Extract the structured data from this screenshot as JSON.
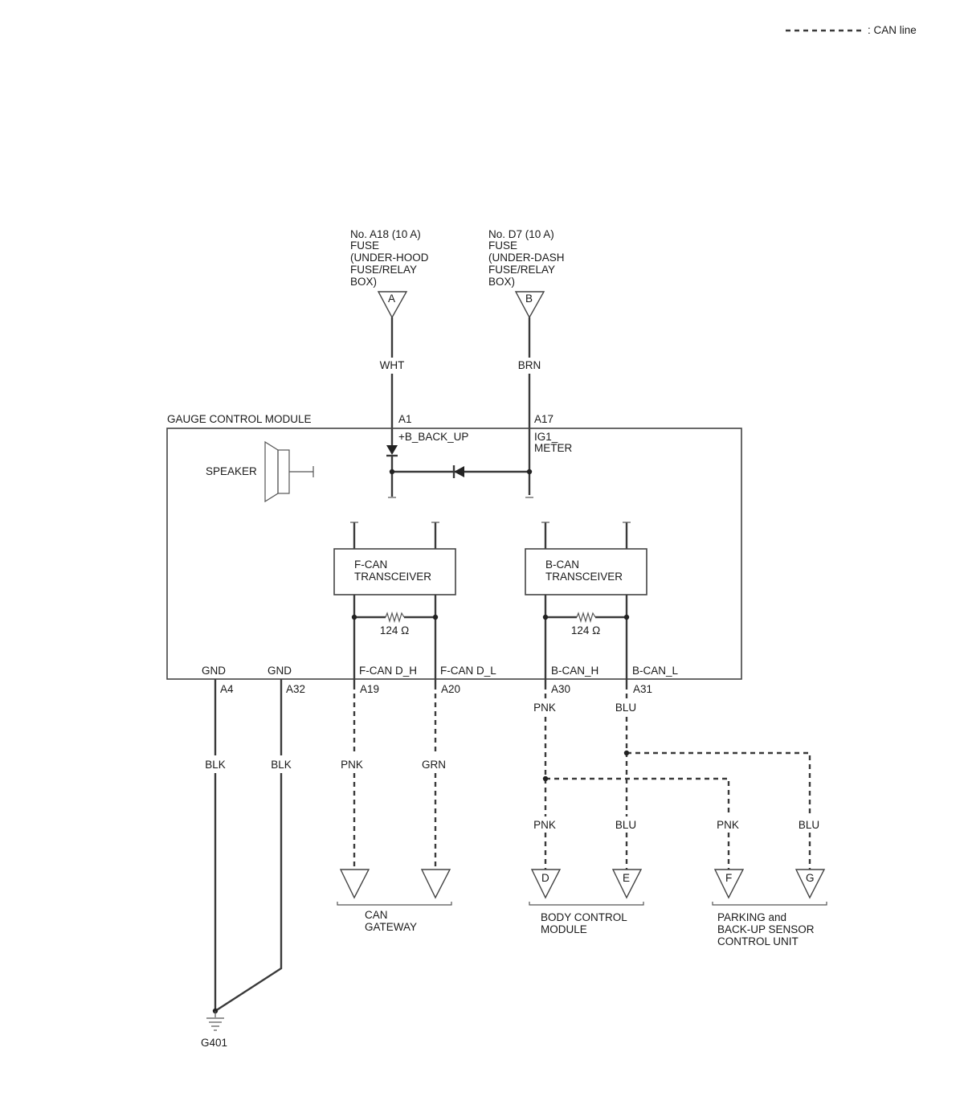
{
  "legend": {
    "can_line": ": CAN line"
  },
  "fuses": {
    "a": {
      "lines": [
        "No. A18 (10 A)",
        "FUSE",
        "(UNDER-HOOD",
        "FUSE/RELAY",
        "BOX)"
      ],
      "connector": "A"
    },
    "b": {
      "lines": [
        "No. D7 (10 A)",
        "FUSE",
        "(UNDER-DASH",
        "FUSE/RELAY",
        "BOX)"
      ],
      "connector": "B"
    }
  },
  "wire_colors": {
    "a": "WHT",
    "b": "BRN",
    "gnd1": "BLK",
    "gnd2": "BLK",
    "fcan_h": "PNK",
    "fcan_l": "GRN",
    "bcan_h_top": "PNK",
    "bcan_l_top": "BLU",
    "d": "PNK",
    "e": "BLU",
    "f": "PNK",
    "g": "BLU"
  },
  "module": {
    "title": "GAUGE CONTROL MODULE",
    "speaker": "SPEAKER",
    "backup_terminal": "A1",
    "backup_label": "+B_BACK_UP",
    "ig_terminal": "A17",
    "ig_label": [
      "IG1_",
      "METER"
    ],
    "fcan": {
      "lines": [
        "F-CAN",
        "TRANSCEIVER"
      ],
      "resistor": "124 Ω"
    },
    "bcan": {
      "lines": [
        "B-CAN",
        "TRANSCEIVER"
      ],
      "resistor": "124 Ω"
    },
    "pins": [
      {
        "label": "GND",
        "terminal": "A4"
      },
      {
        "label": "GND",
        "terminal": "A32"
      },
      {
        "label": "F-CAN D_H",
        "terminal": "A19"
      },
      {
        "label": "F-CAN D_L",
        "terminal": "A20"
      },
      {
        "label": "B-CAN_H",
        "terminal": "A30"
      },
      {
        "label": "B-CAN_L",
        "terminal": "A31"
      }
    ]
  },
  "connectors": {
    "d": "D",
    "e": "E",
    "f": "F",
    "g": "G"
  },
  "destinations": {
    "can_gateway": [
      "CAN",
      "GATEWAY"
    ],
    "body_control": [
      "BODY CONTROL",
      "MODULE"
    ],
    "parking": [
      "PARKING and",
      "BACK-UP SENSOR",
      "CONTROL UNIT"
    ]
  },
  "ground": "G401"
}
